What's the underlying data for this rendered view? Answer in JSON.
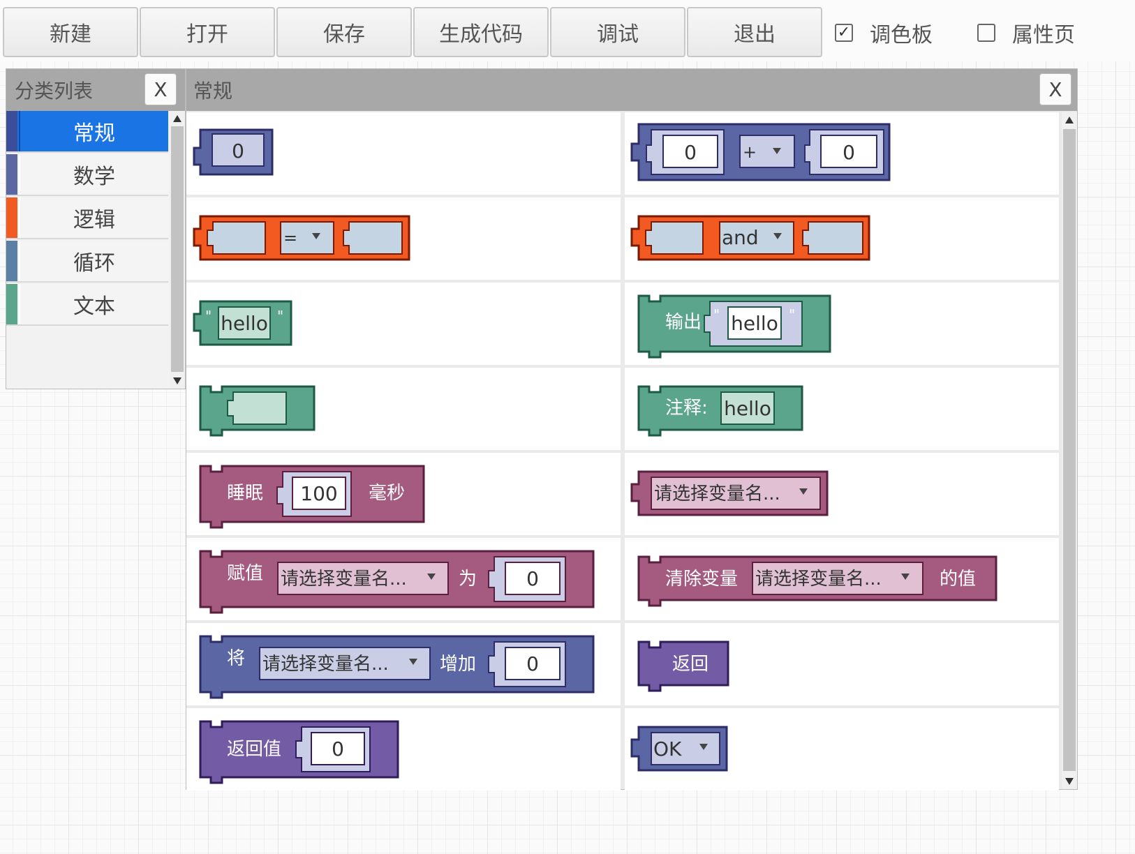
{
  "toolbar": {
    "buttons": [
      "新建",
      "打开",
      "保存",
      "生成代码",
      "调试",
      "退出"
    ],
    "checkboxes": [
      {
        "label": "调色板",
        "checked": true
      },
      {
        "label": "属性页",
        "checked": false
      }
    ],
    "check_mark": "✓"
  },
  "category_panel": {
    "title": "分类列表",
    "close": "X",
    "items": [
      {
        "label": "常规",
        "color": "#3a4e9a",
        "active": true
      },
      {
        "label": "数学",
        "color": "#5b67a5",
        "active": false
      },
      {
        "label": "逻辑",
        "color": "#f25a22",
        "active": false
      },
      {
        "label": "循环",
        "color": "#5b80a5",
        "active": false
      },
      {
        "label": "文本",
        "color": "#5ba58c",
        "active": false
      }
    ]
  },
  "palette_panel": {
    "title": "常规",
    "close": "X",
    "blocks": {
      "number": {
        "value": "0"
      },
      "arithmetic": {
        "left": "0",
        "op": "+",
        "right": "0"
      },
      "compare": {
        "op": "="
      },
      "logic": {
        "op": "and"
      },
      "text": {
        "open_quote": "\"",
        "value": "hello",
        "close_quote": "\""
      },
      "print": {
        "label": "输出",
        "open_quote": "\"",
        "value": "hello",
        "close_quote": "\""
      },
      "comment": {
        "label": "注释:",
        "value": "hello"
      },
      "sleep": {
        "label": "睡眠",
        "value": "100",
        "unit": "毫秒"
      },
      "variable_get": {
        "placeholder": "请选择变量名..."
      },
      "assign": {
        "label": "赋值",
        "placeholder": "请选择变量名...",
        "as": "为",
        "value": "0"
      },
      "clear_var": {
        "label": "清除变量",
        "placeholder": "请选择变量名...",
        "suffix": "的值"
      },
      "increment": {
        "label": "将",
        "placeholder": "请选择变量名...",
        "action": "增加",
        "value": "0"
      },
      "return": {
        "label": "返回"
      },
      "return_value": {
        "label": "返回值",
        "value": "0"
      },
      "boolean": {
        "value": "OK"
      }
    }
  },
  "colors": {
    "math": "#5b67a5",
    "logic": "#f25a22",
    "text": "#5ba58c",
    "variables": "#a55b80",
    "procedures": "#745ba5",
    "accent": "#1b74e4"
  }
}
